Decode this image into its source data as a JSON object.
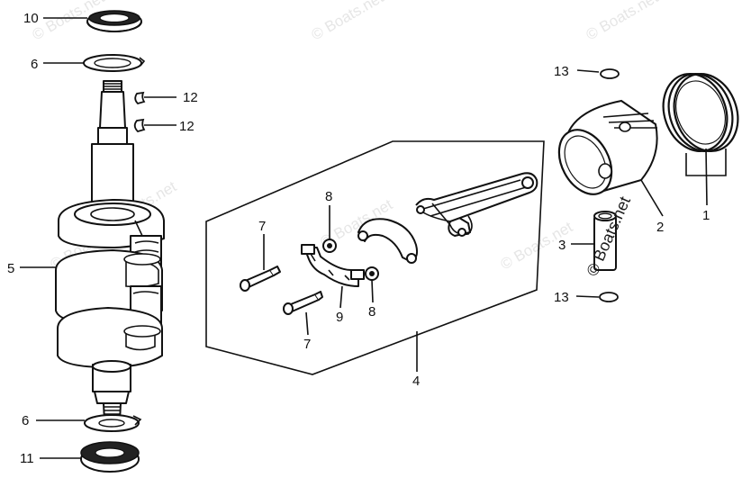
{
  "diagram": {
    "callouts": {
      "c10": "10",
      "c6_top": "6",
      "c12_a": "12",
      "c12_b": "12",
      "c5": "5",
      "c6_bottom": "6",
      "c11": "11",
      "c7_top": "7",
      "c8_top": "8",
      "c9": "9",
      "c8_bottom": "8",
      "c7_bottom": "7",
      "c4": "4",
      "c13_top": "13",
      "c1": "1",
      "c2": "2",
      "c3": "3",
      "c13_bottom": "13"
    },
    "watermarks": {
      "wm1": "© Boats.net",
      "wm2": "© Boats.net",
      "wm3": "© Boats.net",
      "wm4": "© Boats.net",
      "wm5": "© Boats.net",
      "wm6": "© Boats.net",
      "wm7": "© Boats.net",
      "wm_main": "© Boats.net"
    }
  }
}
